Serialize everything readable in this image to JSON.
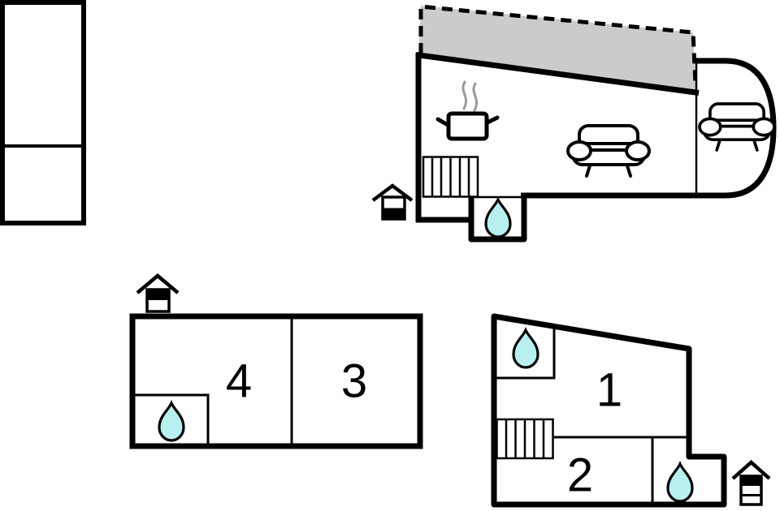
{
  "page": {
    "kind": "floor-plan-diagram",
    "background": "#ffffff"
  },
  "colors": {
    "wall": "#000000",
    "interior_wall": "#000000",
    "water_drop_fill": "#b8f0f0",
    "terrace_fill": "#cbcbcb",
    "steam": "#9a9a9a"
  },
  "rooms": {
    "room1": "1",
    "room2": "2",
    "room3": "3",
    "room4": "4"
  },
  "icons": {
    "entrance": "house-entrance-icon",
    "bathroom": "water-drop-icon",
    "living": "sofa-icon",
    "kitchen": "cooking-pot-icon",
    "stairs": "stairs-icon",
    "terrace": "terrace-area"
  }
}
